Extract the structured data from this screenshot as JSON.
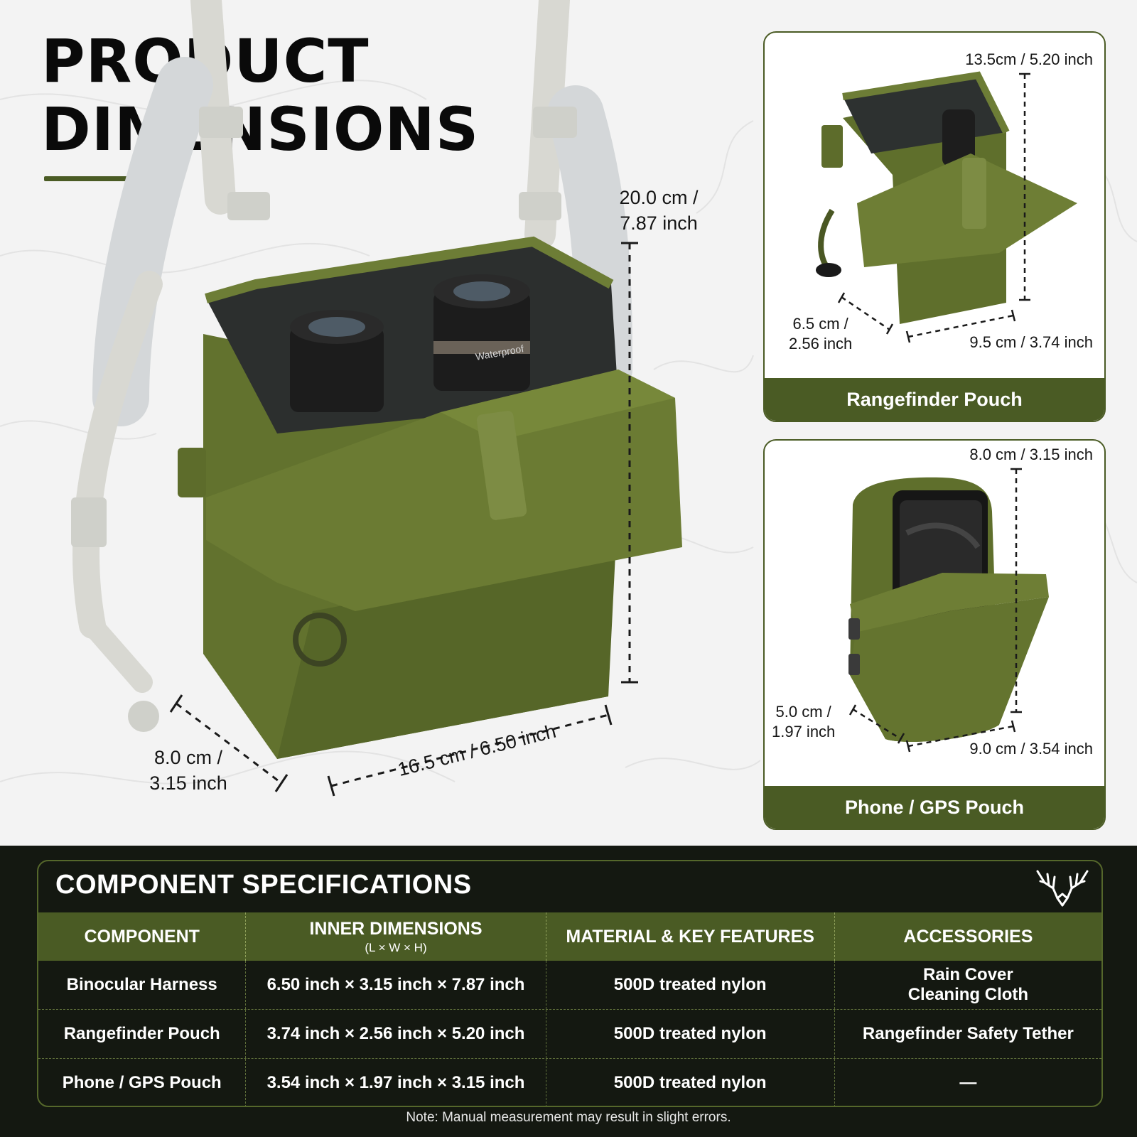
{
  "title": {
    "line1": "PRODUCT",
    "line2": "DIMENSIONS"
  },
  "main_product": {
    "height_label": [
      "20.0 cm /",
      "7.87 inch"
    ],
    "depth_label": [
      "8.0 cm /",
      "3.15 inch"
    ],
    "width_label": "16.5 cm / 6.50 inch",
    "binocular_text": "Waterproof"
  },
  "cards": [
    {
      "name": "Rangefinder Pouch",
      "top_label": "13.5cm / 5.20 inch",
      "depth_label": [
        "6.5 cm /",
        "2.56 inch"
      ],
      "width_label": "9.5 cm / 3.74 inch"
    },
    {
      "name": "Phone / GPS Pouch",
      "top_label": "8.0 cm / 3.15 inch",
      "depth_label": [
        "5.0 cm /",
        "1.97 inch"
      ],
      "width_label": "9.0 cm / 3.54 inch"
    }
  ],
  "specs": {
    "title": "COMPONENT SPECIFICATIONS",
    "headers": {
      "component": "COMPONENT",
      "dimensions": "INNER DIMENSIONS",
      "dimensions_sub": "(L × W × H)",
      "material": "MATERIAL & KEY FEATURES",
      "accessories": "ACCESSORIES"
    },
    "rows": [
      {
        "component": "Binocular Harness",
        "dimensions": "6.50 inch × 3.15 inch × 7.87 inch",
        "material": "500D treated nylon",
        "accessories": [
          "Rain Cover",
          "Cleaning Cloth"
        ]
      },
      {
        "component": "Rangefinder Pouch",
        "dimensions": "3.74 inch × 2.56 inch × 5.20 inch",
        "material": "500D treated nylon",
        "accessories": [
          "Rangefinder Safety Tether"
        ]
      },
      {
        "component": "Phone / GPS Pouch",
        "dimensions": "3.54 inch × 1.97 inch × 3.15 inch",
        "material": "500D treated nylon",
        "accessories": [
          "—"
        ]
      }
    ]
  },
  "note": "Note: Manual measurement may result in slight errors.",
  "colors": {
    "olive": "#4a5b24",
    "olive_light": "#687a33",
    "dark_bg": "#141811"
  },
  "icons": [
    "antler-logo-icon"
  ]
}
